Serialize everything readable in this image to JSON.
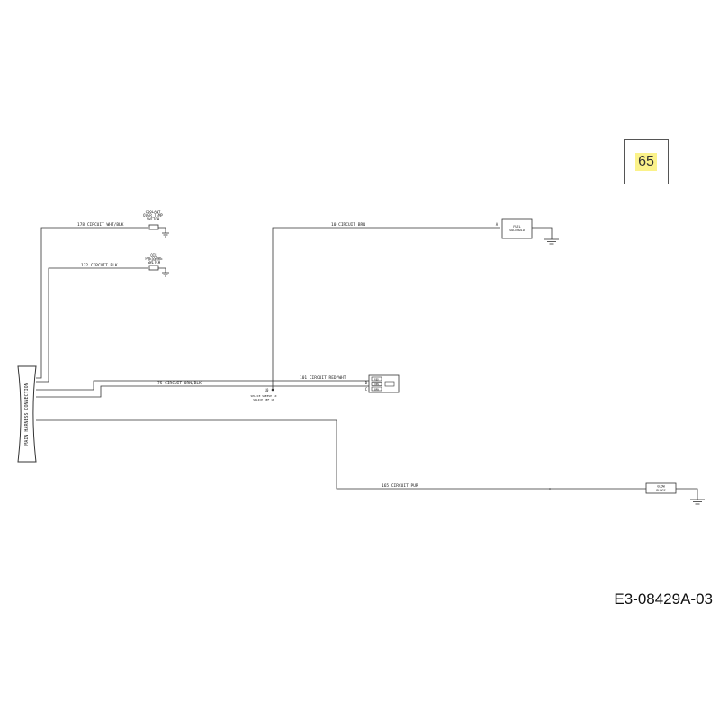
{
  "page_number": "65",
  "drawing_id": "E3-08429A-03",
  "connector_label": "MAIN HARNESS CONNECTION",
  "circuits": {
    "c178": "178 CIRCUIT WHT/BLK",
    "c132": "132 CIRCUIT BLK",
    "c10": "10 CIRCUIT BRN",
    "c101": "101 CIRCUIT RED/WHT",
    "c75": "75 CIRCUIT ORN/BLK",
    "c165": "165 CIRCUIT PUR"
  },
  "components": {
    "coolant_switch": [
      "COOLANT",
      "OVER TEMP",
      "SWITCH"
    ],
    "oil_switch": [
      "OIL",
      "PRESSURE",
      "SWITCH"
    ],
    "fuel_solenoid": [
      "FUEL",
      "SOLENOID"
    ],
    "glow_plugs": [
      "GLOW",
      "PLUGS"
    ],
    "splice_note": [
      "SPLICE SLEEVE 10",
      "SPLICE REF 10"
    ],
    "pin_a": "A",
    "pin_b": "B",
    "pin_c": "C",
    "splice_marker": "10",
    "relay_pins": [
      "RED",
      "ORN",
      "BRN"
    ]
  }
}
